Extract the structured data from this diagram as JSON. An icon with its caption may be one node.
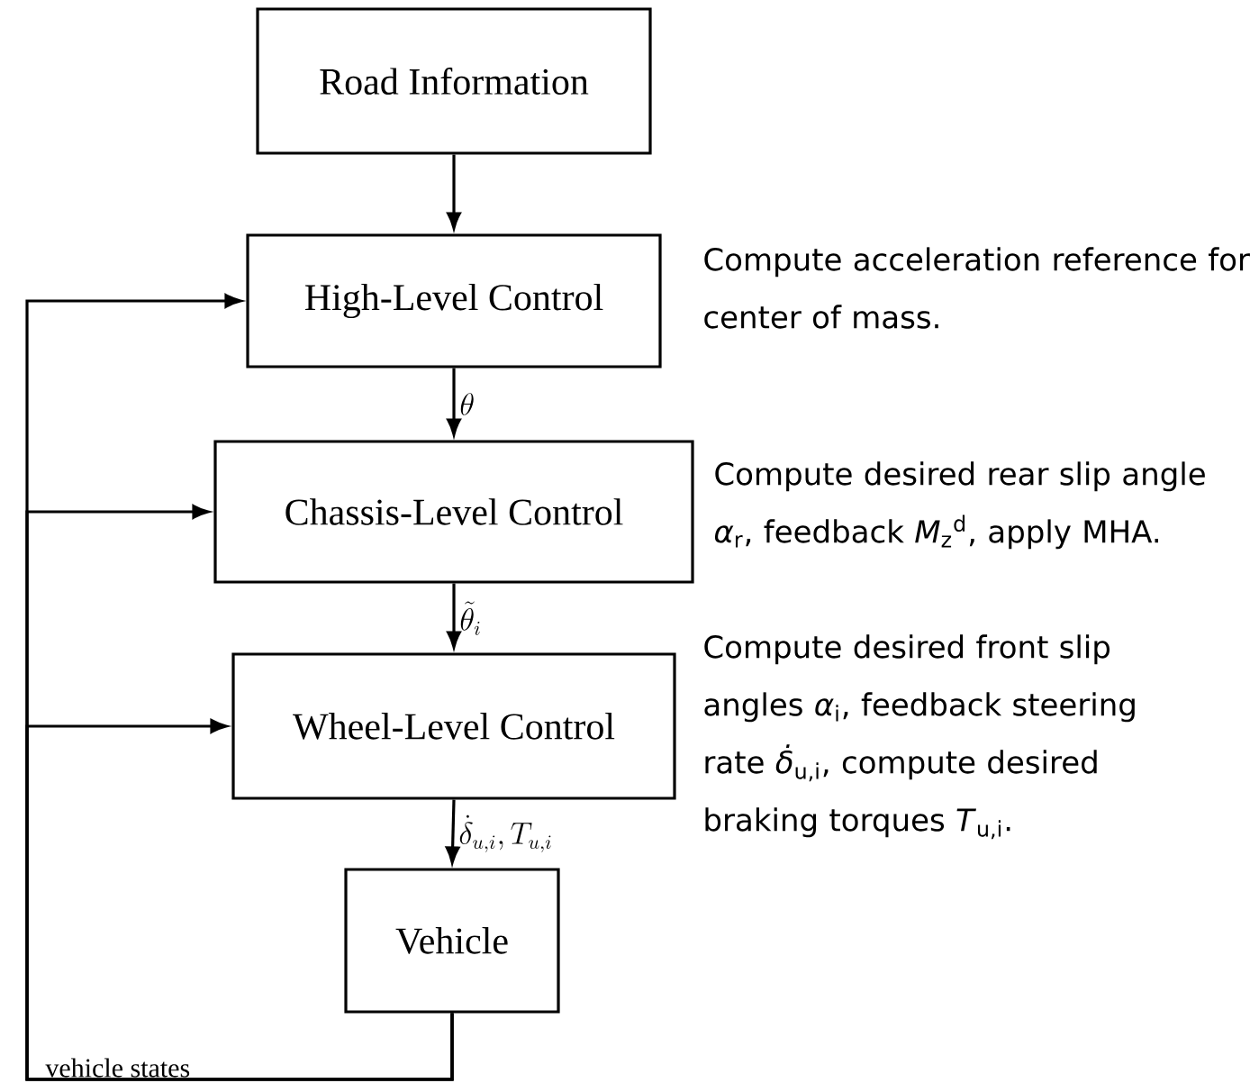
{
  "diagram": {
    "nodes": [
      {
        "text": [
          "Road Information"
        ]
      },
      {
        "text": [
          "High-Level Control"
        ],
        "beside": [
          "Compute acceleration reference for center of mass."
        ]
      },
      {
        "text": [
          "Chassis-Level Control"
        ],
        "beside": [
          "Compute desired rear slip angle *α*$_{r}$, feedback *M*$_{z}$$^{d}$, apply MHA."
        ]
      },
      {
        "text": [
          "Wheel-Level Control"
        ],
        "beside": [
          "Compute desired front slip angles *α*$_{i}$, feedback steering rate *δ̇*$_{u,i}$, compute desired braking torques *T*$_{u,i}$."
        ]
      },
      {
        "text": [
          "Vehicle"
        ]
      }
    ],
    "edges": [
      {
        "from": 0,
        "to": 1,
        "arrow": "to"
      },
      {
        "from": 1,
        "to": 2,
        "arrow": "to",
        "label": "\\theta"
      },
      {
        "from": 2,
        "to": 3,
        "arrow": "to",
        "label": "\\tilde{\\theta}_i"
      },
      {
        "from": 3,
        "to": 4,
        "arrow": "to",
        "label": "\\dot{\\delta}_{u,i}, T_{u,i}"
      },
      {
        "from": 4,
        "to": 1,
        "arrow": "to",
        "label": "vehicle states"
      },
      {
        "from": 4,
        "to": 2,
        "arrow": "to"
      },
      {
        "from": 4,
        "to": 3,
        "arrow": "to"
      }
    ]
  }
}
